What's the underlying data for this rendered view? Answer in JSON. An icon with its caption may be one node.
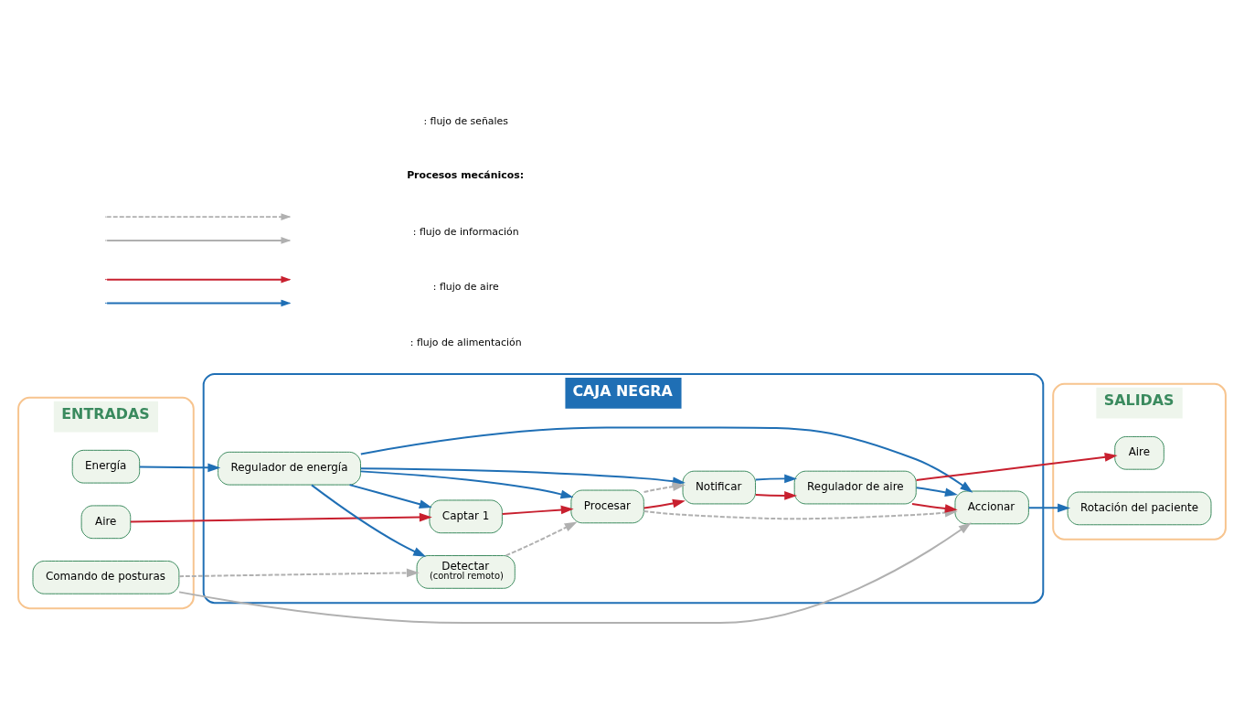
{
  "diagram": {
    "nodes": [
      {
        "text": [
          "ENTRADAS"
        ]
      },
      {
        "text": [
          "Energía"
        ],
        "in": 0
      },
      {
        "text": [
          "Aire"
        ],
        "in": 0
      },
      {
        "text": [
          "Comando de posturas"
        ],
        "in": 0
      },
      {
        "text": [
          "CAJA NEGRA"
        ]
      },
      {
        "text": [
          "Regulador de energía"
        ],
        "in": 4
      },
      {
        "text": [
          "Captar 1"
        ],
        "in": 4
      },
      {
        "text": [
          "Procesar"
        ],
        "in": 4
      },
      {
        "text": [
          "Notificar"
        ],
        "in": 4
      },
      {
        "text": [
          "Detectar",
          "(control remoto)"
        ],
        "in": 4
      },
      {
        "text": [
          "Regulador de aire"
        ],
        "in": 4
      },
      {
        "text": [
          "Accionar"
        ],
        "in": 4
      },
      {
        "text": [
          "SALIDAS"
        ]
      },
      {
        "text": [
          "Aire"
        ],
        "in": 12
      },
      {
        "text": [
          "Rotación del paciente"
        ],
        "in": 12
      }
    ],
    "edges": [
      {
        "from": 1,
        "to": 5,
        "arrow": "to"
      },
      {
        "from": 5,
        "to": 6,
        "arrow": "to"
      },
      {
        "from": 5,
        "to": 7,
        "arrow": "to"
      },
      {
        "from": 5,
        "to": 8,
        "arrow": "to"
      },
      {
        "from": 5,
        "to": 9,
        "arrow": "to"
      },
      {
        "from": 5,
        "to": 11,
        "arrow": "to"
      },
      {
        "from": 2,
        "to": 6,
        "arrow": "to",
        "color": "#c8202f"
      },
      {
        "from": 6,
        "to": 7,
        "arrow": "to",
        "color": "#c8202f"
      },
      {
        "from": 7,
        "to": 8,
        "arrow": "to",
        "color": "#c8202f"
      },
      {
        "from": 7,
        "to": 8,
        "arrow": "to",
        "style": "dashed",
        "color": "#b0b0b0"
      },
      {
        "from": 8,
        "to": 10,
        "arrow": "to",
        "color": "#c8202f"
      },
      {
        "from": 8,
        "to": 10,
        "arrow": "to"
      },
      {
        "from": 10,
        "to": 13,
        "arrow": "to",
        "color": "#c8202f"
      },
      {
        "from": 10,
        "to": 11,
        "arrow": "to",
        "color": "#c8202f"
      },
      {
        "from": 10,
        "to": 11,
        "arrow": "to"
      },
      {
        "from": 9,
        "to": 7,
        "arrow": "to",
        "style": "dashed",
        "color": "#b0b0b0"
      },
      {
        "from": 7,
        "to": 11,
        "arrow": "to",
        "style": "dashed",
        "color": "#b0b0b0"
      },
      {
        "from": 3,
        "to": 9,
        "arrow": "to",
        "style": "dashed",
        "color": "#b0b0b0"
      },
      {
        "from": 3,
        "to": 11,
        "arrow": "to",
        "color": "#b0b0b0"
      },
      {
        "from": 11,
        "to": 14,
        "arrow": "to"
      }
    ],
    "labels": [
      "Procesos mecánicos:"
    ],
    "legend": [
      {
        "text": ": flujo de señales"
      },
      {
        "text": ": flujo de información"
      },
      {
        "text": ": flujo de aire"
      },
      {
        "text": ": flujo de alimentación"
      }
    ]
  }
}
